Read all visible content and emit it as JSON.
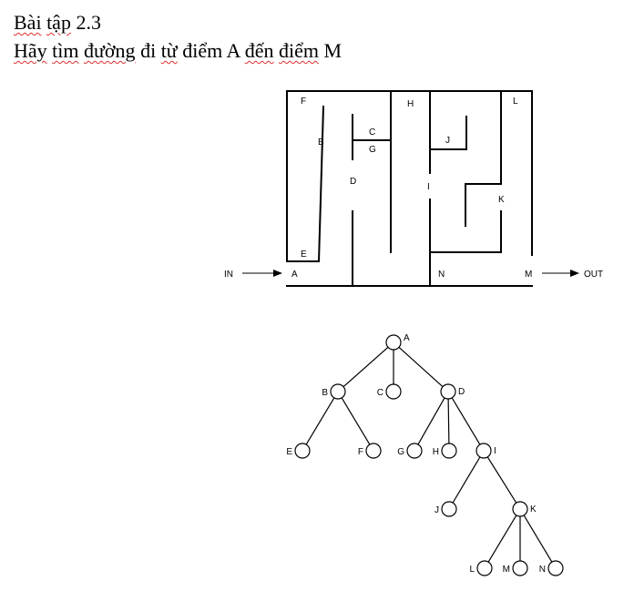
{
  "heading": {
    "line1": {
      "word1": "Bài",
      "word2": "tập",
      "word3": "2.3"
    },
    "line2": {
      "w1": "Hãy",
      "w2": "tìm",
      "w3": "đường",
      "w4": "đi",
      "w5": "từ",
      "w6": "điểm",
      "w7": "A",
      "w8": "đến",
      "w9": "điểm",
      "w10": "M"
    }
  },
  "maze": {
    "entry_label": "IN",
    "exit_label": "OUT",
    "labels": {
      "A": "A",
      "B": "B",
      "C": "C",
      "D": "D",
      "E": "E",
      "F": "F",
      "G": "G",
      "H": "H",
      "I": "I",
      "J": "J",
      "K": "K",
      "L": "L",
      "M": "M",
      "N": "N"
    }
  },
  "tree": {
    "nodes": {
      "A": "A",
      "B": "B",
      "C": "C",
      "D": "D",
      "E": "E",
      "F": "F",
      "G": "G",
      "H": "H",
      "I": "I",
      "J": "J",
      "K": "K",
      "L": "L",
      "M": "M",
      "N": "N"
    },
    "edges": [
      [
        "A",
        "B"
      ],
      [
        "A",
        "C"
      ],
      [
        "A",
        "D"
      ],
      [
        "B",
        "E"
      ],
      [
        "B",
        "F"
      ],
      [
        "D",
        "G"
      ],
      [
        "D",
        "H"
      ],
      [
        "D",
        "I"
      ],
      [
        "I",
        "J"
      ],
      [
        "I",
        "K"
      ],
      [
        "K",
        "L"
      ],
      [
        "K",
        "M"
      ],
      [
        "K",
        "N"
      ]
    ]
  }
}
